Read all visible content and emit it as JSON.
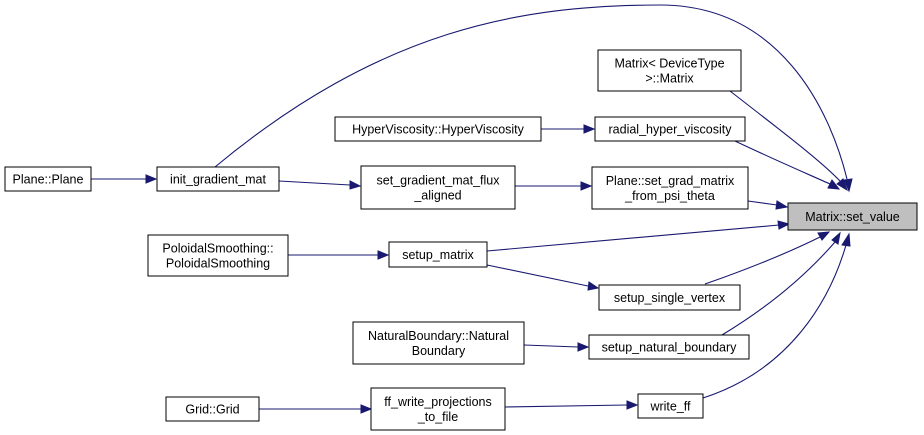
{
  "colors": {
    "edge": "#191970",
    "root_fill": "#bfbfbf",
    "node_fill": "#ffffff",
    "border": "#000000"
  },
  "nodes": {
    "plane_plane": [
      "Plane::Plane"
    ],
    "init_gradient_mat": [
      "init_gradient_mat"
    ],
    "matrix_devicetype": [
      "Matrix< DeviceType",
      ">::Matrix"
    ],
    "hyperviscosity": [
      "HyperViscosity::HyperViscosity"
    ],
    "radial_hyper_viscosity": [
      "radial_hyper_viscosity"
    ],
    "set_gradient_mat_flux_aligned": [
      "set_gradient_mat_flux",
      "_aligned"
    ],
    "plane_set_grad_matrix": [
      "Plane::set_grad_matrix",
      "_from_psi_theta"
    ],
    "matrix_set_value": [
      "Matrix::set_value"
    ],
    "poloidal_smoothing": [
      "PoloidalSmoothing::",
      "PoloidalSmoothing"
    ],
    "setup_matrix": [
      "setup_matrix"
    ],
    "setup_single_vertex": [
      "setup_single_vertex"
    ],
    "natural_boundary": [
      "NaturalBoundary::Natural",
      "Boundary"
    ],
    "setup_natural_boundary": [
      "setup_natural_boundary"
    ],
    "grid_grid": [
      "Grid::Grid"
    ],
    "ff_write_projections": [
      "ff_write_projections",
      "_to_file"
    ],
    "write_ff": [
      "write_ff"
    ]
  }
}
